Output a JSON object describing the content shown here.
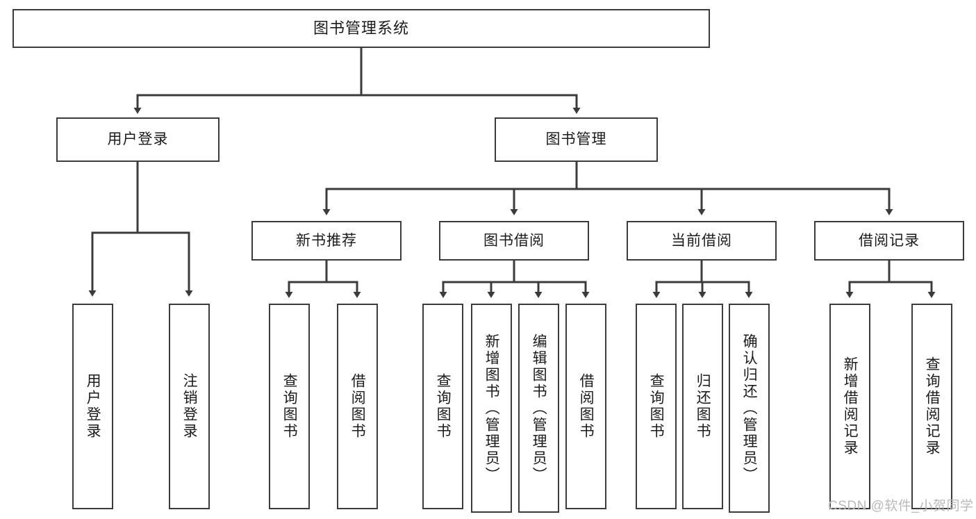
{
  "diagram": {
    "title": "图书管理系统",
    "watermark": "CSDN @软件_小贺同学",
    "colors": {
      "background": "#ffffff",
      "box_border": "#3b3b3b",
      "edge": "#3b3b3b",
      "text": "#1b1b1b",
      "watermark": "#b9b9b9"
    },
    "root": {
      "label": "图书管理系统"
    },
    "level2": [
      {
        "label": "用户登录"
      },
      {
        "label": "图书管理"
      }
    ],
    "level3": [
      {
        "label": "新书推荐"
      },
      {
        "label": "图书借阅"
      },
      {
        "label": "当前借阅"
      },
      {
        "label": "借阅记录"
      }
    ],
    "leaves": {
      "user_login": [
        {
          "label": "用户登录"
        },
        {
          "label": "注销登录"
        }
      ],
      "new_book": [
        {
          "label": "查询图书"
        },
        {
          "label": "借阅图书"
        }
      ],
      "book_borrow": [
        {
          "label": "查询图书"
        },
        {
          "label": "新增图书（管理员）"
        },
        {
          "label": "编辑图书（管理员）"
        },
        {
          "label": "借阅图书"
        }
      ],
      "current_borrow": [
        {
          "label": "查询图书"
        },
        {
          "label": "归还图书"
        },
        {
          "label": "确认归还（管理员）"
        }
      ],
      "borrow_record": [
        {
          "label": "新增借阅记录"
        },
        {
          "label": "查询借阅记录"
        }
      ]
    }
  }
}
